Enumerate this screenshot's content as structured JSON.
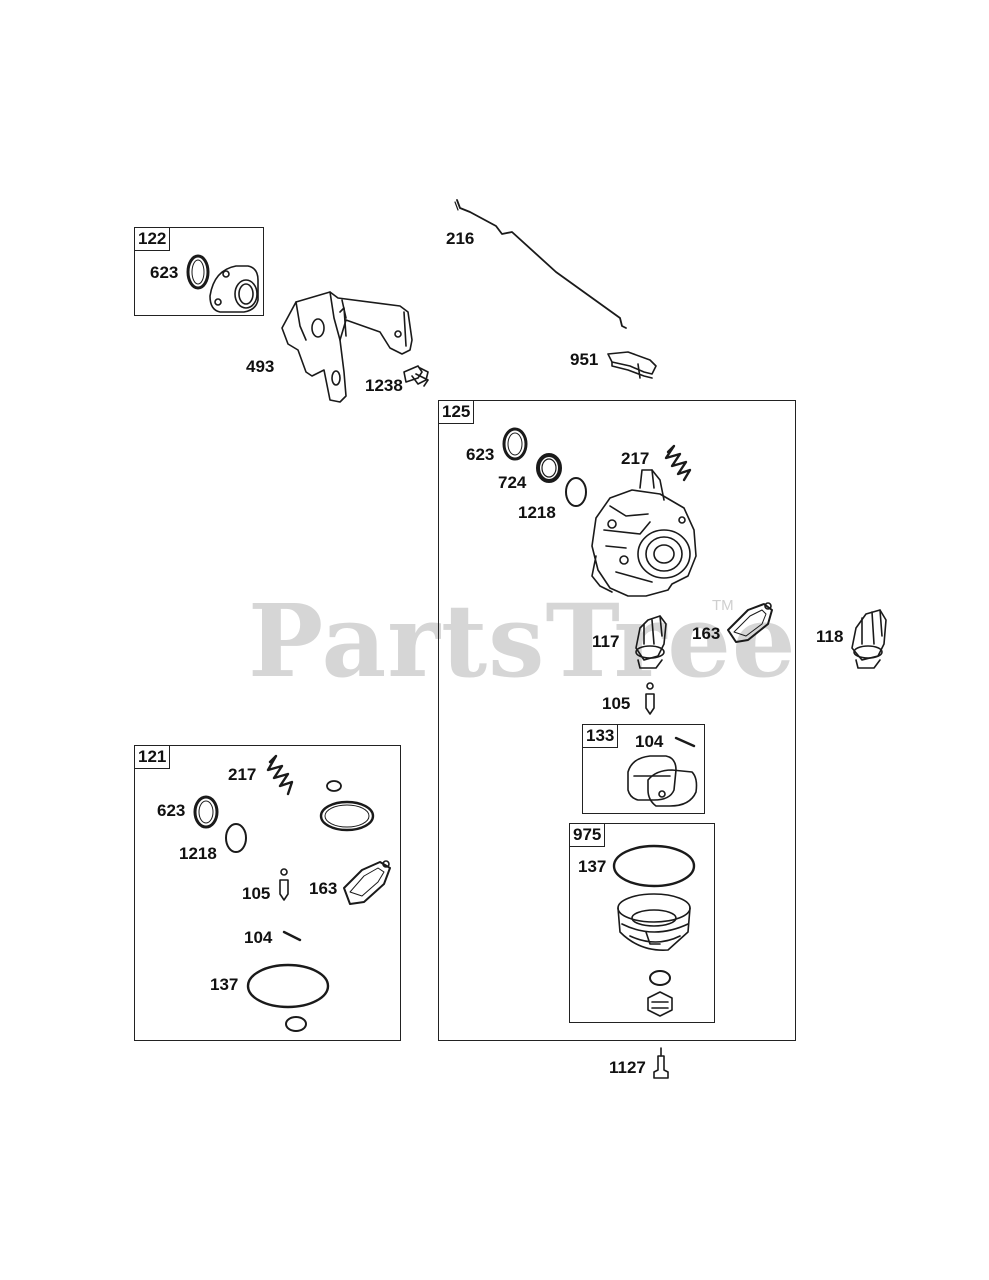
{
  "watermark": {
    "brand": "PartsTree",
    "trademark": "TM"
  },
  "kits": {
    "k122": "122",
    "k125": "125",
    "k121": "121",
    "k133": "133",
    "k975": "975"
  },
  "labels": {
    "l623a": "623",
    "l493": "493",
    "l1238": "1238",
    "l216": "216",
    "l951": "951",
    "l623b": "623",
    "l724": "724",
    "l1218b": "1218",
    "l217b": "217",
    "l117": "117",
    "l163b": "163",
    "l118": "118",
    "l105b": "105",
    "l104b": "104",
    "l137b": "137",
    "l1127": "1127",
    "l217a": "217",
    "l623c": "623",
    "l1218a": "1218",
    "l105a": "105",
    "l163a": "163",
    "l104a": "104",
    "l137a": "137"
  }
}
